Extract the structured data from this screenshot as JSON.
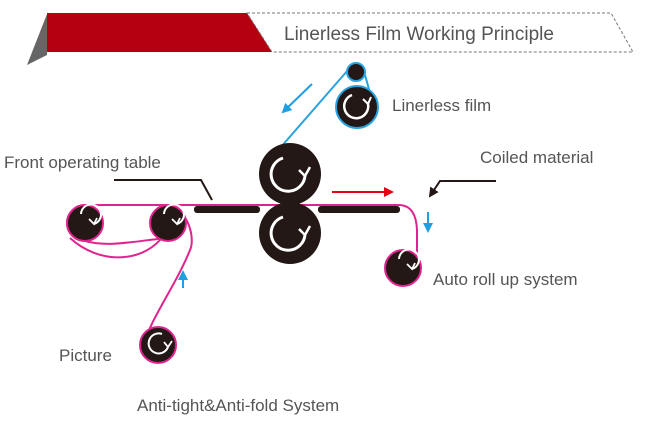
{
  "header": {
    "title": "Linerless Film Working Principle",
    "colors": {
      "banner": "#b5000f",
      "banner_shadow": "#666666",
      "border": "#777777"
    }
  },
  "labels": {
    "linerless_film": "Linerless film",
    "front_operating_table": "Front operating table",
    "coiled_material": "Coiled material",
    "auto_roll_up_system": "Auto roll up system",
    "picture": "Picture",
    "anti_tight_system": "Anti-tight&Anti-fold System"
  },
  "colors": {
    "film_path": "#e0248f",
    "liner_path": "#29a3e0",
    "roller": "#231815",
    "arrow_red": "#e60012",
    "arrow_blue": "#1f9ee0",
    "label_text": "#555555"
  },
  "icons": [
    "rotation-arrow-icon",
    "direction-arrow-icon"
  ]
}
